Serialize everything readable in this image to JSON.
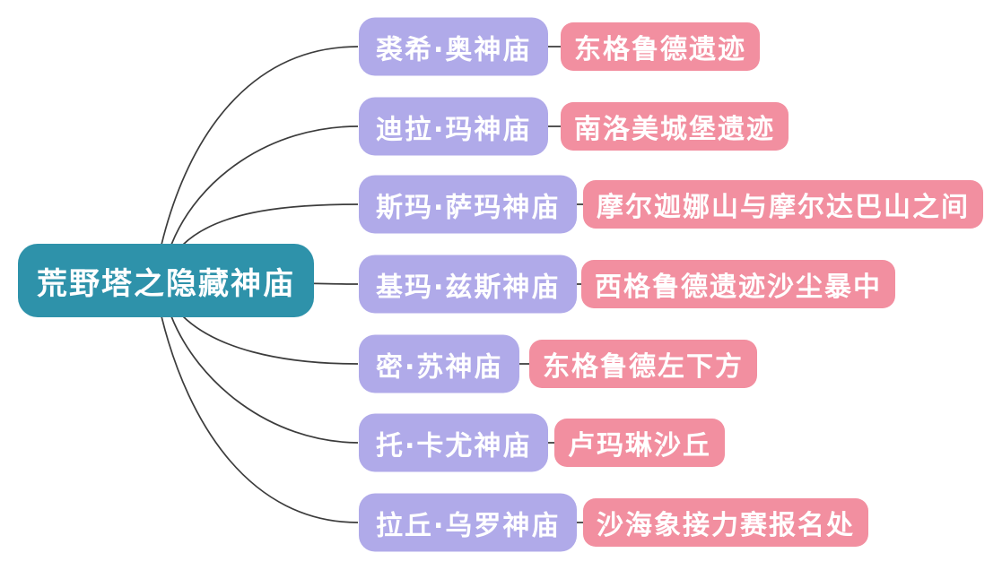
{
  "root": {
    "label": "荒野塔之隐藏神庙"
  },
  "branches": [
    {
      "shrine": "裘希·奥神庙",
      "location": "东格鲁德遗迹"
    },
    {
      "shrine": "迪拉·玛神庙",
      "location": "南洛美城堡遗迹"
    },
    {
      "shrine": "斯玛·萨玛神庙",
      "location": "摩尔迦娜山与摩尔达巴山之间"
    },
    {
      "shrine": "基玛·兹斯神庙",
      "location": "西格鲁德遗迹沙尘暴中"
    },
    {
      "shrine": "密·苏神庙",
      "location": "东格鲁德左下方"
    },
    {
      "shrine": "托·卡尤神庙",
      "location": "卢玛琳沙丘"
    },
    {
      "shrine": "拉丘·乌罗神庙",
      "location": "沙海象接力赛报名处"
    }
  ],
  "colors": {
    "background": "#ffffff",
    "root": "#2e92aa",
    "shrine": "#b0aae9",
    "location": "#f28fa0",
    "line": "#3c3c3c",
    "text": "#ffffff"
  }
}
